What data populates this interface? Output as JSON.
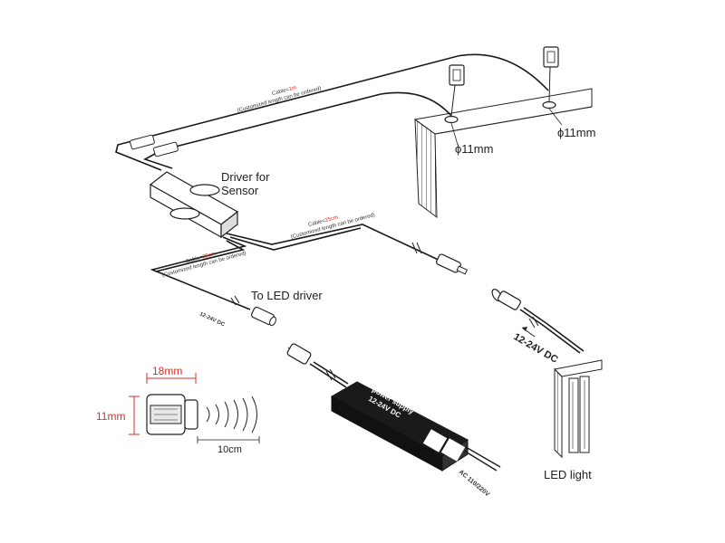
{
  "labels": {
    "driver_sensor_line1": "Driver for",
    "driver_sensor_line2": "Sensor",
    "to_led_driver": "To LED driver",
    "led_light": "LED light",
    "phi_left": "ϕ11mm",
    "phi_right": "ϕ11mm",
    "volt_small": "12-24V DC",
    "volt_large": "12-24V DC",
    "ac": "AC 110/220V",
    "ps_line1": "power supply",
    "ps_line2": "12-24V DC"
  },
  "cables": {
    "top": {
      "prefix": "Cable=",
      "length": "1m",
      "note": "(Customized length can be ordered)"
    },
    "right": {
      "prefix": "Cable=",
      "length": "25cm",
      "note": "(Customized length can be ordered)"
    },
    "left": {
      "prefix": "Cable=",
      "length": "25cm",
      "note": "(Customized length can be ordered)"
    }
  },
  "dimensions": {
    "width": "18mm",
    "height": "11mm",
    "range": "10cm"
  },
  "colors": {
    "accent": "#d9302c",
    "line": "#1a1a1a"
  }
}
